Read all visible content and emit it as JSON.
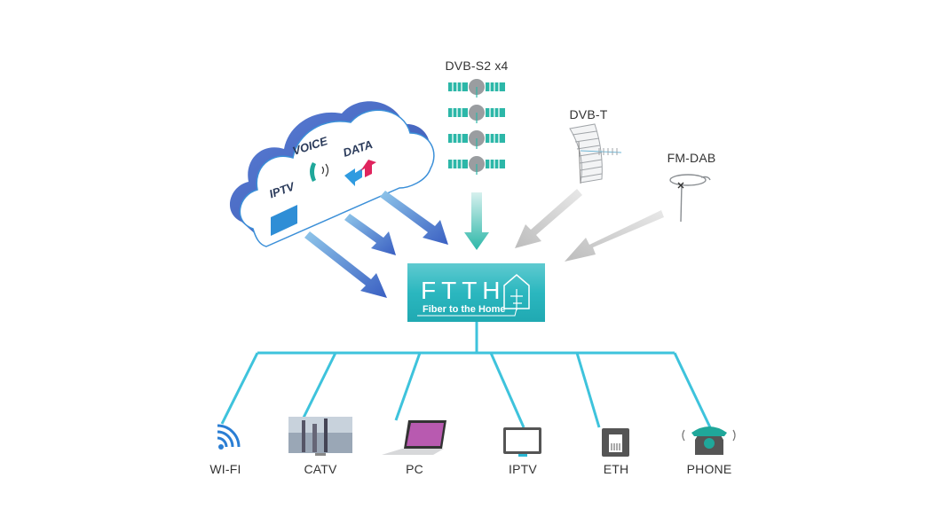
{
  "hub": {
    "title": "FTTH",
    "subtitle": "Fiber to the Home",
    "color": "#2bb7bf"
  },
  "sources": {
    "cloud": {
      "services": [
        "IPTV",
        "VOICE",
        "DATA"
      ],
      "color": "#3f63c0"
    },
    "satellite": {
      "label": "DVB-S2 x4",
      "count": 4
    },
    "terrestrial": {
      "label": "DVB-T"
    },
    "radio": {
      "label": "FM-DAB"
    }
  },
  "outputs": [
    {
      "label": "WI-FI",
      "icon": "wifi-icon"
    },
    {
      "label": "CATV",
      "icon": "tv-icon"
    },
    {
      "label": "PC",
      "icon": "laptop-icon"
    },
    {
      "label": "IPTV",
      "icon": "monitor-icon"
    },
    {
      "label": "ETH",
      "icon": "ethernet-port-icon"
    },
    {
      "label": "PHONE",
      "icon": "phone-icon"
    }
  ],
  "colors": {
    "fiber_line": "#3ec3dc",
    "cloud_arrow": "#3b62c4",
    "sat_arrow": "#2cb7a8",
    "antenna_arrow": "#c9c9c9"
  }
}
